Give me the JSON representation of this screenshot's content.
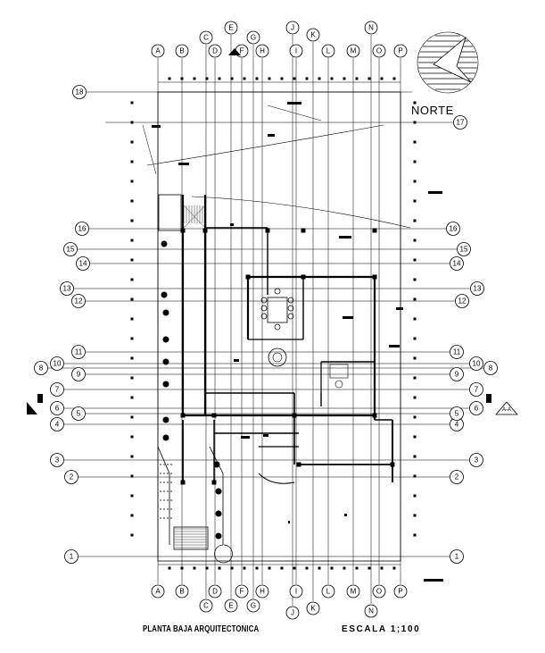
{
  "title": "PLANTA BAJA ARQUITECTONICA",
  "scale": "ESCALA 1;100",
  "north_label": "NORTE",
  "section_marker": "A-A",
  "grid_columns": [
    "A",
    "B",
    "C",
    "D",
    "E",
    "F",
    "G",
    "H",
    "I",
    "J",
    "K",
    "L",
    "M",
    "N",
    "O",
    "P"
  ],
  "grid_rows": [
    "1",
    "2",
    "3",
    "4",
    "5",
    "6",
    "7",
    "8",
    "9",
    "10",
    "11",
    "12",
    "13",
    "14",
    "15",
    "16",
    "17",
    "18"
  ]
}
